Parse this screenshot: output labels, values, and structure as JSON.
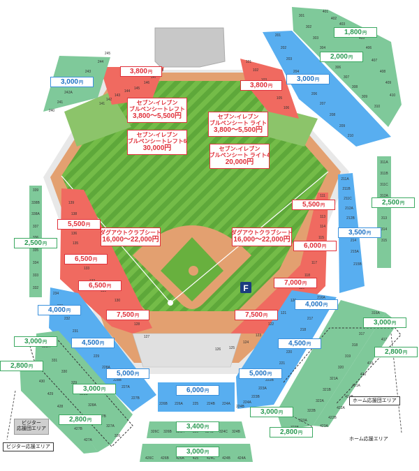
{
  "colors": {
    "red": "#f06a60",
    "blue": "#58aef0",
    "green": "#7fc99a",
    "field": "#6cb441",
    "dirt": "#e3a070",
    "building": "#c8c8c8"
  },
  "price_labels": [
    {
      "id": "s01",
      "text": "3,800",
      "unit": "円",
      "color": "red"
    },
    {
      "id": "s02",
      "text": "3,800",
      "unit": "円",
      "color": "red"
    },
    {
      "id": "s03",
      "text": "3,000",
      "unit": "円",
      "color": "blue"
    },
    {
      "id": "s04",
      "text": "3,000",
      "unit": "円",
      "color": "blue"
    },
    {
      "id": "s05",
      "text": "1,800",
      "unit": "円",
      "color": "green"
    },
    {
      "id": "s06",
      "text": "2,000",
      "unit": "円",
      "color": "green"
    },
    {
      "id": "s07",
      "text": "5,500",
      "unit": "円",
      "color": "red"
    },
    {
      "id": "s08",
      "text": "5,500",
      "unit": "円",
      "color": "red"
    },
    {
      "id": "s09",
      "text": "6,000",
      "unit": "円",
      "color": "red"
    },
    {
      "id": "s10",
      "text": "6,500",
      "unit": "円",
      "color": "red"
    },
    {
      "id": "s11",
      "text": "6,500",
      "unit": "円",
      "color": "red"
    },
    {
      "id": "s12",
      "text": "7,000",
      "unit": "円",
      "color": "red"
    },
    {
      "id": "s13",
      "text": "7,500",
      "unit": "円",
      "color": "red"
    },
    {
      "id": "s14",
      "text": "7,500",
      "unit": "円",
      "color": "red"
    },
    {
      "id": "s15",
      "text": "2,500",
      "unit": "円",
      "color": "green"
    },
    {
      "id": "s16",
      "text": "2,500",
      "unit": "円",
      "color": "green"
    },
    {
      "id": "s17",
      "text": "3,500",
      "unit": "円",
      "color": "blue"
    },
    {
      "id": "s18",
      "text": "4,000",
      "unit": "円",
      "color": "blue"
    },
    {
      "id": "s19",
      "text": "4,000",
      "unit": "円",
      "color": "blue"
    },
    {
      "id": "s20",
      "text": "4,500",
      "unit": "円",
      "color": "blue"
    },
    {
      "id": "s21",
      "text": "4,500",
      "unit": "円",
      "color": "blue"
    },
    {
      "id": "s22",
      "text": "5,000",
      "unit": "円",
      "color": "blue"
    },
    {
      "id": "s23",
      "text": "5,000",
      "unit": "円",
      "color": "blue"
    },
    {
      "id": "s24",
      "text": "6,000",
      "unit": "円",
      "color": "blue"
    },
    {
      "id": "s25",
      "text": "3,000",
      "unit": "円",
      "color": "green"
    },
    {
      "id": "s26",
      "text": "3,000",
      "unit": "円",
      "color": "green"
    },
    {
      "id": "s27",
      "text": "3,000",
      "unit": "円",
      "color": "green"
    },
    {
      "id": "s28",
      "text": "3,000",
      "unit": "円",
      "color": "green"
    },
    {
      "id": "s29",
      "text": "2,800",
      "unit": "円",
      "color": "green"
    },
    {
      "id": "s30",
      "text": "2,800",
      "unit": "円",
      "color": "green"
    },
    {
      "id": "s31",
      "text": "2,800",
      "unit": "円",
      "color": "green"
    },
    {
      "id": "s32",
      "text": "2,800",
      "unit": "円",
      "color": "green"
    },
    {
      "id": "s33",
      "text": "3,400",
      "unit": "円",
      "color": "green"
    },
    {
      "id": "s34",
      "text": "3,000",
      "unit": "円",
      "color": "green"
    }
  ],
  "group_labels": [
    {
      "id": "g1",
      "line1": "セブン-イレブン",
      "line2": "ブルペンシートレフト",
      "price": "3,800〜5,500円"
    },
    {
      "id": "g2",
      "line1": "セブン-イレブン",
      "line2": "ブルペンシートレフト6",
      "price": "30,000円"
    },
    {
      "id": "g3",
      "line1": "セブン-イレブン",
      "line2": "ブルペンシート ライト",
      "price": "3,800〜5,500円"
    },
    {
      "id": "g4",
      "line1": "セブン-イレブン",
      "line2": "ブルペンシート ライト4",
      "price": "20,000円"
    },
    {
      "id": "g5",
      "line1": "ダグアウトクラブシート",
      "line2": "",
      "price": "16,000〜22,000円"
    },
    {
      "id": "g6",
      "line1": "ダグアウトクラブシート",
      "line2": "",
      "price": "16,000〜22,000円"
    }
  ],
  "zone_labels": {
    "home1": "ホーム応援団エリア",
    "home2": "ホーム応援エリア",
    "visitor1": "ビジター",
    "visitor2": "応援団エリア",
    "visitor3": "ビジター応援エリア"
  },
  "blocks": {
    "left_bullpen": [
      "245",
      "244",
      "243",
      "242",
      "242A",
      "241",
      "240",
      "148",
      "147",
      "146",
      "145",
      "144",
      "143",
      "142",
      "141"
    ],
    "right_bullpen": [
      "101",
      "102",
      "103",
      "104",
      "105",
      "106",
      "201",
      "202",
      "203",
      "204",
      "205",
      "206",
      "207",
      "208",
      "209",
      "210"
    ],
    "top_right": [
      "301",
      "302",
      "303",
      "304",
      "305",
      "306",
      "307",
      "308",
      "309",
      "310",
      "401",
      "402",
      "403",
      "404",
      "405",
      "406",
      "407",
      "408",
      "409",
      "410"
    ],
    "left_red": [
      "139",
      "138",
      "137",
      "136",
      "135",
      "134",
      "133",
      "132",
      "131",
      "130",
      "129",
      "128",
      "127"
    ],
    "right_red": [
      "111",
      "112",
      "113",
      "114",
      "115",
      "116",
      "117",
      "118",
      "119",
      "120",
      "121",
      "122",
      "123",
      "124",
      "125",
      "126"
    ],
    "right_outer": [
      "211A",
      "211B",
      "211C",
      "212A",
      "212B",
      "213",
      "214",
      "215A",
      "215B",
      "311A",
      "311B",
      "311C",
      "312A",
      "312B",
      "313",
      "314",
      "315"
    ],
    "left_outer": [
      "339",
      "338B",
      "338A",
      "337",
      "336",
      "335",
      "334",
      "333",
      "332"
    ],
    "left_blue": [
      "234",
      "233",
      "232",
      "231",
      "230",
      "229",
      "228A",
      "228B",
      "227A",
      "227B"
    ],
    "right_blue": [
      "216A",
      "216B",
      "217",
      "218",
      "219",
      "220",
      "221",
      "222A",
      "222B",
      "223A",
      "223B",
      "224A",
      "224B"
    ],
    "center_blue": [
      "226B",
      "226A",
      "225",
      "224B",
      "224A"
    ],
    "right_lower": [
      "316A",
      "316B",
      "317",
      "318",
      "319",
      "320",
      "321A",
      "321B",
      "322A",
      "322B",
      "323A",
      "323B",
      "416",
      "417",
      "418",
      "419",
      "420",
      "421A",
      "421B",
      "422A",
      "422B",
      "423A"
    ],
    "left_lower": [
      "332A",
      "331",
      "330",
      "329",
      "328B",
      "328A",
      "327B",
      "327A",
      "326",
      "431",
      "430",
      "429",
      "428",
      "427C",
      "427B",
      "427A"
    ],
    "bottom_mid": [
      "326C",
      "326B",
      "326A",
      "325",
      "324D",
      "324C",
      "324B"
    ],
    "bottom_low": [
      "426C",
      "426B",
      "426A",
      "425",
      "424C",
      "424B",
      "424A"
    ]
  }
}
